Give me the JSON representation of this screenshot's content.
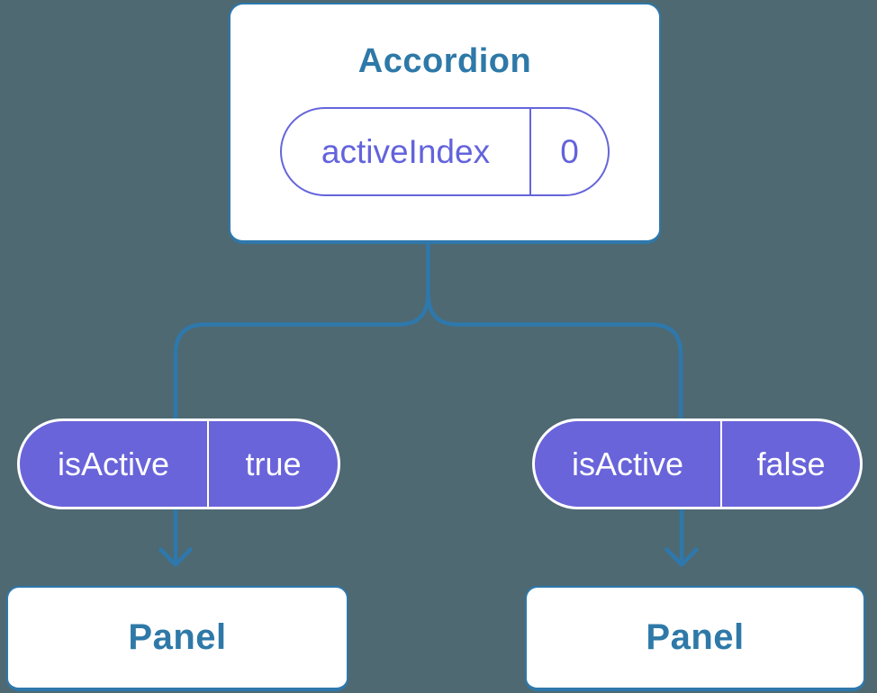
{
  "root_node": {
    "title": "Accordion",
    "state_pill": {
      "name": "activeIndex",
      "value": "0"
    }
  },
  "child_nodes": [
    {
      "prop_pill": {
        "name": "isActive",
        "value": "true"
      },
      "title": "Panel"
    },
    {
      "prop_pill": {
        "name": "isActive",
        "value": "false"
      },
      "title": "Panel"
    }
  ],
  "icons": {
    "arrow_down": "arrow-down-icon"
  },
  "colors": {
    "background": "#4E6972",
    "connector_blue": "#2E78AC",
    "node_label_blue": "#2E79A8",
    "state_pill_purple": "#6565DB",
    "prop_pill_purple": "#6964DA",
    "node_fill": "#FFFFFF",
    "pill_text_white": "#FFFFFF"
  }
}
